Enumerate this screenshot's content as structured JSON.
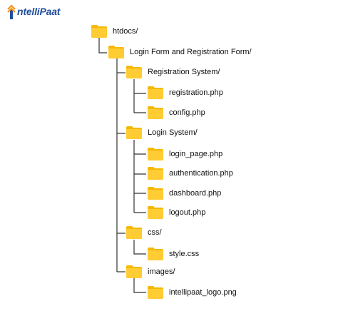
{
  "brand": {
    "logo_text": "ntelliPaat",
    "accent": "#f7941d",
    "text_color": "#1f4e9c"
  },
  "tree": {
    "folder_color": "#ffcc33",
    "folder_tab_color": "#f5b800",
    "line_color": "#333333",
    "nodes": [
      {
        "label": "htdocs/",
        "icon": "folder-icon"
      },
      {
        "label": "Login Form and Registration Form/",
        "icon": "folder-icon"
      },
      {
        "label": "Registration System/",
        "icon": "folder-icon"
      },
      {
        "label": "registration.php",
        "icon": "folder-icon"
      },
      {
        "label": "config.php",
        "icon": "folder-icon"
      },
      {
        "label": "Login System/",
        "icon": "folder-icon"
      },
      {
        "label": "login_page.php",
        "icon": "folder-icon"
      },
      {
        "label": "authentication.php",
        "icon": "folder-icon"
      },
      {
        "label": "dashboard.php",
        "icon": "folder-icon"
      },
      {
        "label": "logout.php",
        "icon": "folder-icon"
      },
      {
        "label": "css/",
        "icon": "folder-icon"
      },
      {
        "label": "style.css",
        "icon": "folder-icon"
      },
      {
        "label": "images/",
        "icon": "folder-icon"
      },
      {
        "label": "intellipaat_logo.png",
        "icon": "folder-icon"
      }
    ]
  }
}
